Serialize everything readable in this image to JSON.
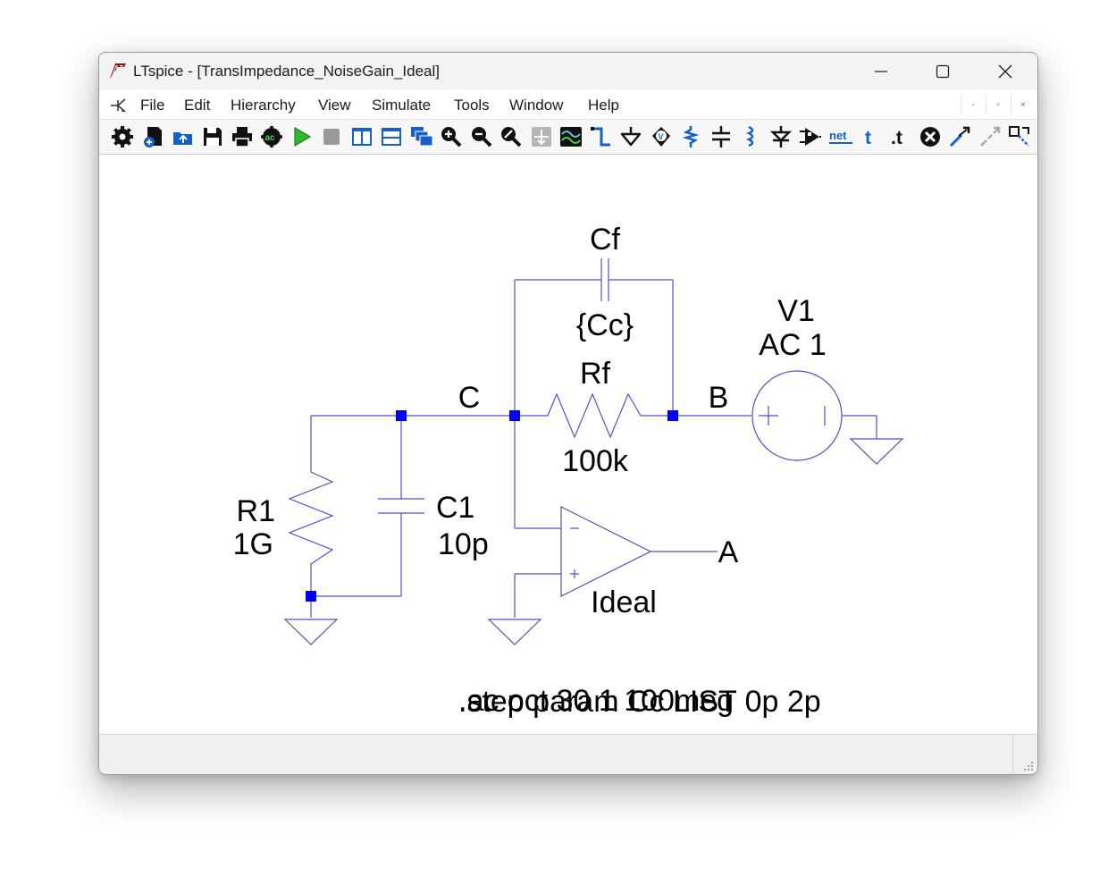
{
  "window": {
    "title": "LTspice - [TransImpedance_NoiseGain_Ideal]"
  },
  "menu": {
    "items": [
      "File",
      "Edit",
      "Hierarchy",
      "View",
      "Simulate",
      "Tools",
      "Window",
      "Help"
    ],
    "mdi_buttons": [
      "-",
      "▫",
      "×"
    ]
  },
  "toolbar": {
    "icons": [
      "control-panel-icon",
      "new-schematic-icon",
      "open-icon",
      "save-icon",
      "print-icon",
      "edit-simulation-cmd-icon",
      "run-icon",
      "halt-icon",
      "tile-vertical-icon",
      "tile-horizontal-icon",
      "cascade-icon",
      "zoom-in-icon",
      "zoom-out-icon",
      "zoom-fit-icon",
      "autorange-icon",
      "waveform-icon",
      "draw-wire-icon",
      "ground-icon",
      "label-net-icon",
      "resistor-icon",
      "capacitor-icon",
      "inductor-icon",
      "diode-icon",
      "component-icon",
      "netlist-icon",
      "text-icon",
      "spice-directive-icon",
      "delete-icon",
      "duplicate-icon",
      "move-icon",
      "drag-icon"
    ]
  },
  "schematic": {
    "components": {
      "cf": {
        "name": "Cf",
        "value": "{Cc}"
      },
      "rf": {
        "name": "Rf",
        "value": "100k"
      },
      "r1": {
        "name": "R1",
        "value": "1G"
      },
      "c1": {
        "name": "C1",
        "value": "10p"
      },
      "v1": {
        "name": "V1",
        "value": "AC 1"
      },
      "opamp": {
        "value": "Ideal"
      }
    },
    "nets": {
      "c": "C",
      "b": "B",
      "a": "A"
    },
    "directives": [
      ".ac oct 30 1 100meg",
      ".step param Cc LIST 0p 2p"
    ]
  },
  "status": {
    "text": ""
  },
  "colors": {
    "wire": "#5050c8",
    "junction": "#0000ff",
    "toolbar_blue": "#1560c8",
    "text": "#000000"
  }
}
